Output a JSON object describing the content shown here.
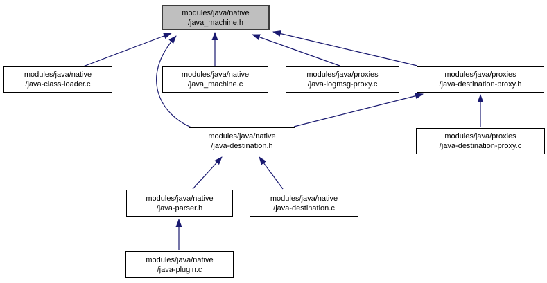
{
  "diagram": {
    "type": "include-dependency-graph",
    "colors": {
      "edge": "#191970",
      "node_border": "#000000",
      "node_fill": "#ffffff",
      "highlight_fill": "#bfbfbf",
      "background": "#ffffff"
    },
    "nodes": [
      {
        "id": "java_machine_h",
        "label": "modules/java/native\n/java_machine.h",
        "highlighted": true
      },
      {
        "id": "java_class_loader_c",
        "label": "modules/java/native\n/java-class-loader.c",
        "highlighted": false
      },
      {
        "id": "java_machine_c",
        "label": "modules/java/native\n/java_machine.c",
        "highlighted": false
      },
      {
        "id": "java_logmsg_proxy_c",
        "label": "modules/java/proxies\n/java-logmsg-proxy.c",
        "highlighted": false
      },
      {
        "id": "java_dest_proxy_h",
        "label": "modules/java/proxies\n/java-destination-proxy.h",
        "highlighted": false
      },
      {
        "id": "java_destination_h",
        "label": "modules/java/native\n/java-destination.h",
        "highlighted": false
      },
      {
        "id": "java_dest_proxy_c",
        "label": "modules/java/proxies\n/java-destination-proxy.c",
        "highlighted": false
      },
      {
        "id": "java_parser_h",
        "label": "modules/java/native\n/java-parser.h",
        "highlighted": false
      },
      {
        "id": "java_destination_c",
        "label": "modules/java/native\n/java-destination.c",
        "highlighted": false
      },
      {
        "id": "java_plugin_c",
        "label": "modules/java/native\n/java-plugin.c",
        "highlighted": false
      }
    ],
    "edges": [
      {
        "from": "java_class_loader_c",
        "to": "java_machine_h"
      },
      {
        "from": "java_destination_h",
        "to": "java_machine_h"
      },
      {
        "from": "java_machine_c",
        "to": "java_machine_h"
      },
      {
        "from": "java_logmsg_proxy_c",
        "to": "java_machine_h"
      },
      {
        "from": "java_dest_proxy_h",
        "to": "java_machine_h"
      },
      {
        "from": "java_destination_h",
        "to": "java_dest_proxy_h"
      },
      {
        "from": "java_dest_proxy_c",
        "to": "java_dest_proxy_h"
      },
      {
        "from": "java_parser_h",
        "to": "java_destination_h"
      },
      {
        "from": "java_destination_c",
        "to": "java_destination_h"
      },
      {
        "from": "java_plugin_c",
        "to": "java_parser_h"
      }
    ]
  }
}
